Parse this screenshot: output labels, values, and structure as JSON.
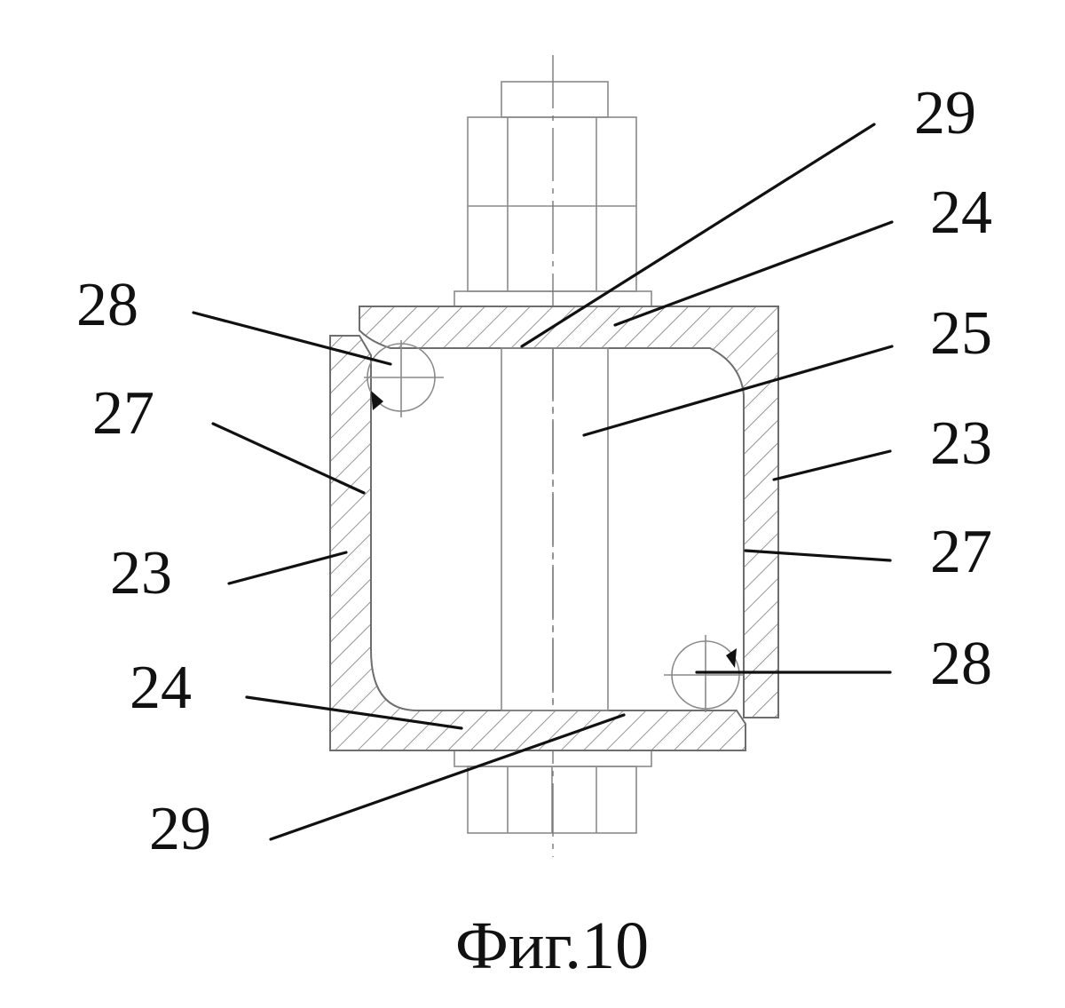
{
  "labels": {
    "l29_top": "29",
    "l24_top": "24",
    "l28_left": "28",
    "l25": "25",
    "l27_left": "27",
    "l23_right": "23",
    "l23_left": "23",
    "l27_right": "27",
    "l24_bottom": "24",
    "l28_right": "28",
    "l29_bottom": "29"
  },
  "caption": "Фиг.10",
  "colors": {
    "line": "#111111",
    "outline": "#6e6e6e",
    "hatch": "#7a7a7a",
    "background": "#ffffff"
  }
}
